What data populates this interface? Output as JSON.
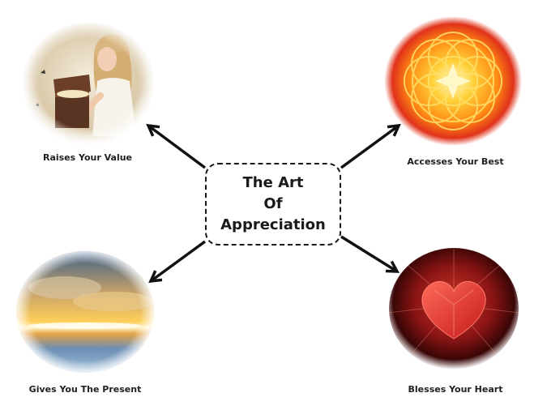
{
  "center": {
    "lines": [
      "The Art",
      "Of",
      "Appreciation"
    ]
  },
  "nodes": {
    "top_left": {
      "caption": "Raises Your Value",
      "image": "girl-opening-treasure-chest"
    },
    "top_right": {
      "caption": "Accesses Your Best",
      "image": "glowing-mandala-orb"
    },
    "bottom_left": {
      "caption": "Gives You The Present",
      "image": "sunset-over-sea"
    },
    "bottom_right": {
      "caption": "Blesses Your Heart",
      "image": "red-heart-glow"
    }
  }
}
